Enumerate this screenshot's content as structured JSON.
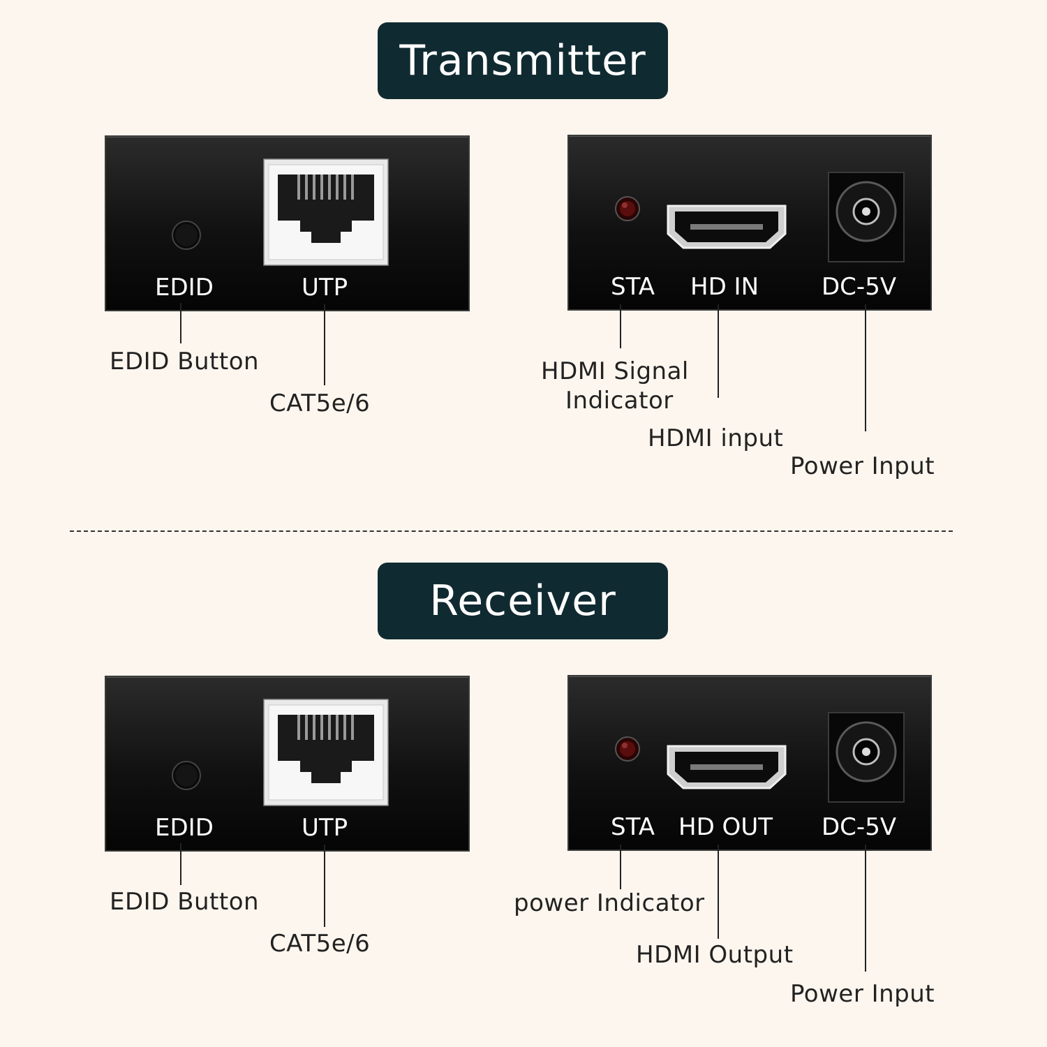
{
  "transmitter": {
    "title": "Transmitter",
    "left_panel": {
      "edid_label": "EDID",
      "utp_label": "UTP"
    },
    "right_panel": {
      "sta_label": "STA",
      "hd_label": "HD IN",
      "dc_label": "DC-5V"
    },
    "callouts": {
      "edid": "EDID Button",
      "utp": "CAT5e/6",
      "sta_line1": "HDMI Signal",
      "sta_line2": "Indicator",
      "hd": "HDMI input",
      "dc": "Power Input"
    }
  },
  "receiver": {
    "title": "Receiver",
    "left_panel": {
      "edid_label": "EDID",
      "utp_label": "UTP"
    },
    "right_panel": {
      "sta_label": "STA",
      "hd_label": "HD OUT",
      "dc_label": "DC-5V"
    },
    "callouts": {
      "edid": "EDID Button",
      "utp": "CAT5e/6",
      "sta": "power Indicator",
      "hd": "HDMI Output",
      "dc": "Power Input"
    }
  }
}
